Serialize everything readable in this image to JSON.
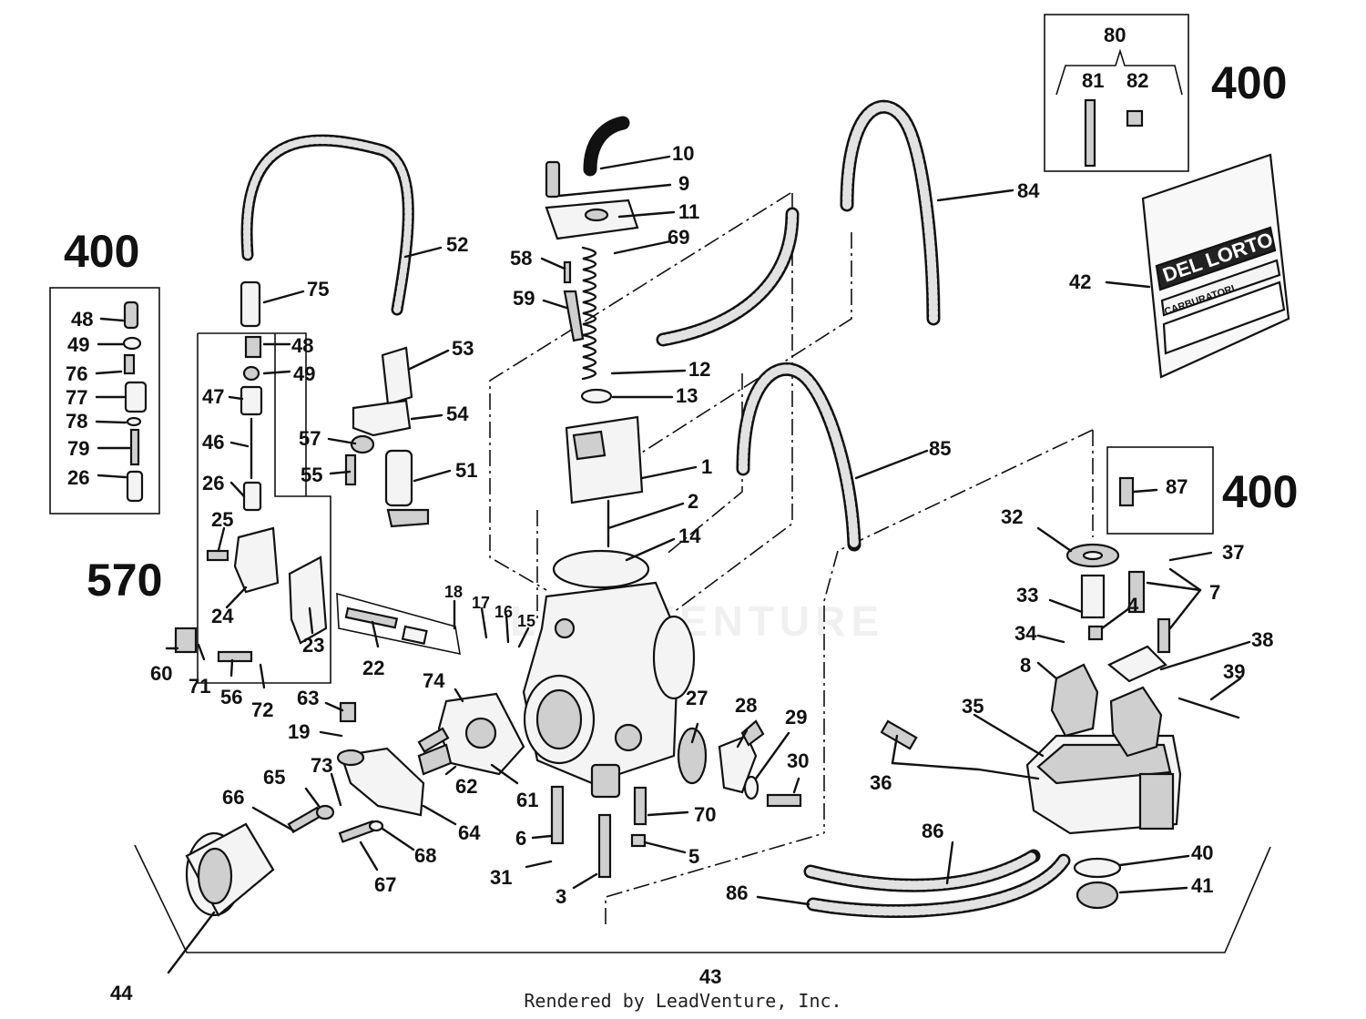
{
  "footer": "Rendered by LeadVenture, Inc.",
  "watermark": "LEADVENTURE",
  "kit_labels": {
    "kit_400_left": "400",
    "kit_400_top": "400",
    "kit_400_right": "400",
    "kit_570": "570"
  },
  "package_text": {
    "brand": "DEL LORTO",
    "subtitle": "CARBURATORI"
  },
  "callouts": {
    "c1": "1",
    "c2": "2",
    "c3": "3",
    "c4": "4",
    "c5": "5",
    "c6": "6",
    "c7": "7",
    "c8": "8",
    "c9": "9",
    "c10": "10",
    "c11": "11",
    "c12": "12",
    "c13": "13",
    "c14": "14",
    "c15": "15",
    "c16": "16",
    "c17": "17",
    "c18": "18",
    "c19": "19",
    "c22": "22",
    "c23": "23",
    "c24": "24",
    "c25": "25",
    "c26a": "26",
    "c26b": "26",
    "c27": "27",
    "c28": "28",
    "c29": "29",
    "c30": "30",
    "c31": "31",
    "c32": "32",
    "c33": "33",
    "c34": "34",
    "c35": "35",
    "c36": "36",
    "c37": "37",
    "c38": "38",
    "c39": "39",
    "c40": "40",
    "c41": "41",
    "c42": "42",
    "c43": "43",
    "c44": "44",
    "c46": "46",
    "c47": "47",
    "c48a": "48",
    "c48b": "48",
    "c49a": "49",
    "c49b": "49",
    "c51": "51",
    "c52": "52",
    "c53": "53",
    "c54": "54",
    "c55": "55",
    "c56": "56",
    "c57": "57",
    "c58": "58",
    "c59": "59",
    "c60": "60",
    "c61": "61",
    "c62": "62",
    "c63": "63",
    "c64": "64",
    "c65": "65",
    "c66": "66",
    "c67": "67",
    "c68": "68",
    "c69": "69",
    "c70": "70",
    "c71": "71",
    "c72": "72",
    "c73": "73",
    "c74": "74",
    "c75": "75",
    "c76": "76",
    "c77": "77",
    "c78": "78",
    "c79": "79",
    "c80": "80",
    "c81": "81",
    "c82": "82",
    "c84": "84",
    "c85": "85",
    "c86a": "86",
    "c86b": "86",
    "c87": "87"
  }
}
